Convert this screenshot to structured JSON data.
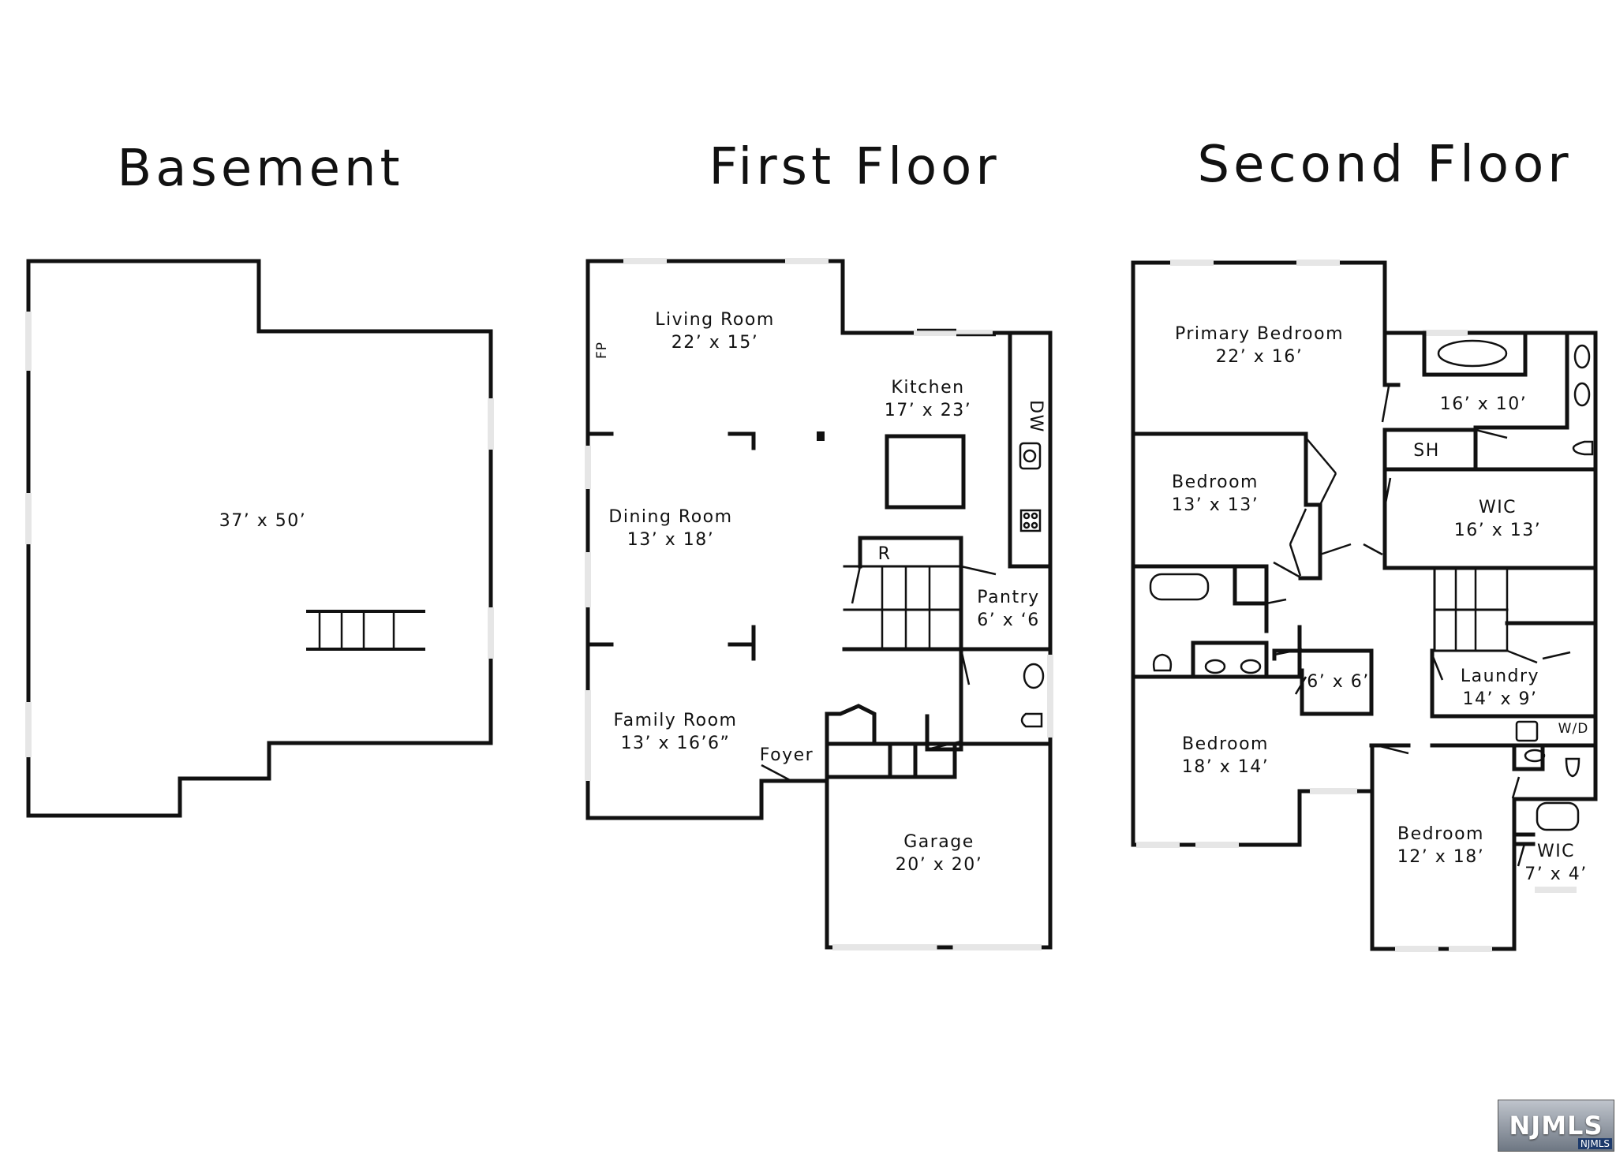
{
  "floors": [
    {
      "title": "Basement",
      "rooms": [
        {
          "dims": "37’ x 50’"
        }
      ]
    },
    {
      "title": "First Floor",
      "rooms": [
        {
          "name": "Living Room",
          "dims": "22’ x 15’"
        },
        {
          "name": "Kitchen",
          "dims": "17’ x 23’"
        },
        {
          "name": "Dining Room",
          "dims": "13’ x 18’"
        },
        {
          "name": "Pantry",
          "dims": "6’ x ‘6"
        },
        {
          "name": "Family Room",
          "dims": "13’ x 16’6”"
        },
        {
          "name": "Foyer"
        },
        {
          "name": "Garage",
          "dims": "20’ x 20’"
        }
      ],
      "fixtures": {
        "fp": "FP",
        "dw": "DW",
        "r": "R"
      }
    },
    {
      "title": "Second Floor",
      "rooms": [
        {
          "name": "Primary Bedroom",
          "dims": "22’ x 16’"
        },
        {
          "dims": "16’ x 10’"
        },
        {
          "name": "SH"
        },
        {
          "name": "Bedroom",
          "dims": "13’ x 13’"
        },
        {
          "name": "WIC",
          "dims": "16’ x 13’"
        },
        {
          "dims": "6’ x 6’"
        },
        {
          "name": "Laundry",
          "dims": "14’ x 9’"
        },
        {
          "name": "W/D"
        },
        {
          "name": "Bedroom",
          "dims": "18’ x 14’"
        },
        {
          "name": "Bedroom",
          "dims": "12’ x 18’"
        },
        {
          "name": "WIC",
          "dims": "7’ x 4’"
        }
      ]
    }
  ],
  "watermark": {
    "logo": "NJMLS",
    "sub": "NJMLS"
  }
}
